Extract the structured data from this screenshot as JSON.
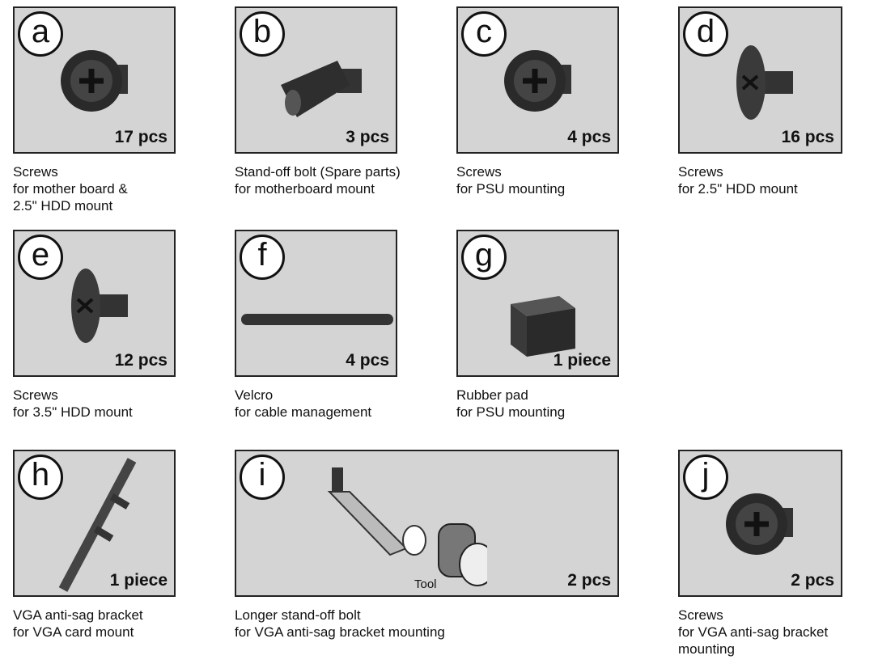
{
  "items": [
    {
      "letter": "a",
      "qty": "17 pcs",
      "title": "Screws",
      "desc": "for mother board &\n2.5\" HDD mount"
    },
    {
      "letter": "b",
      "qty": "3 pcs",
      "title": "Stand-off bolt (Spare parts)",
      "desc": "for motherboard mount"
    },
    {
      "letter": "c",
      "qty": "4 pcs",
      "title": "Screws",
      "desc": "for PSU mounting"
    },
    {
      "letter": "d",
      "qty": "16 pcs",
      "title": "Screws",
      "desc": "for 2.5\" HDD mount"
    },
    {
      "letter": "e",
      "qty": "12 pcs",
      "title": "Screws",
      "desc": "for 3.5\" HDD mount"
    },
    {
      "letter": "f",
      "qty": "4 pcs",
      "title": "Velcro",
      "desc": "for cable management"
    },
    {
      "letter": "g",
      "qty": "1 piece",
      "title": "Rubber pad",
      "desc": "for PSU mounting"
    },
    {
      "letter": "h",
      "qty": "1 piece",
      "title": "VGA anti-sag bracket",
      "desc": "for VGA card mount"
    },
    {
      "letter": "i",
      "qty": "2 pcs",
      "title": "Longer stand-off bolt",
      "desc": "for VGA anti-sag bracket mounting",
      "tool": "Tool"
    },
    {
      "letter": "j",
      "qty": "2 pcs",
      "title": "Screws",
      "desc": "for VGA anti-sag bracket\nmounting"
    }
  ]
}
